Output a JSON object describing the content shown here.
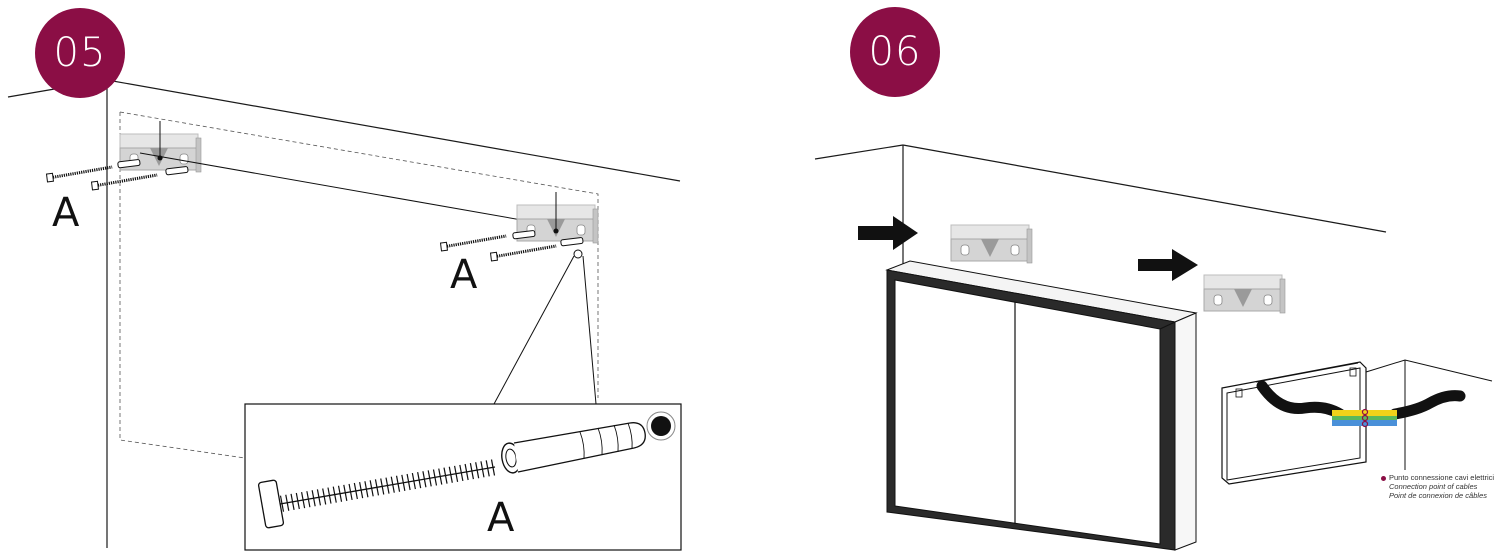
{
  "steps": [
    {
      "number": "05"
    },
    {
      "number": "06"
    }
  ],
  "step05": {
    "label_a_left": "A",
    "label_a_right": "A",
    "label_a_detail": "A"
  },
  "step06": {
    "legend": {
      "line1": "Punto connessione cavi elettrici",
      "line2": "Connection point of cables",
      "line3": "Point de connexion de câbles"
    }
  },
  "colors": {
    "badge": "#8b0e45",
    "line": "#1a1a1a",
    "bracket": "#d9d9d9",
    "cable": "#111111",
    "connector_yellow": "#f2d21a",
    "connector_green": "#5cb85c",
    "connector_blue": "#4a90d9",
    "legend_dot": "#8b0e45"
  },
  "icons": [
    "arrow-right-icon",
    "wall-bracket-icon",
    "screw-icon",
    "wall-plug-icon"
  ]
}
